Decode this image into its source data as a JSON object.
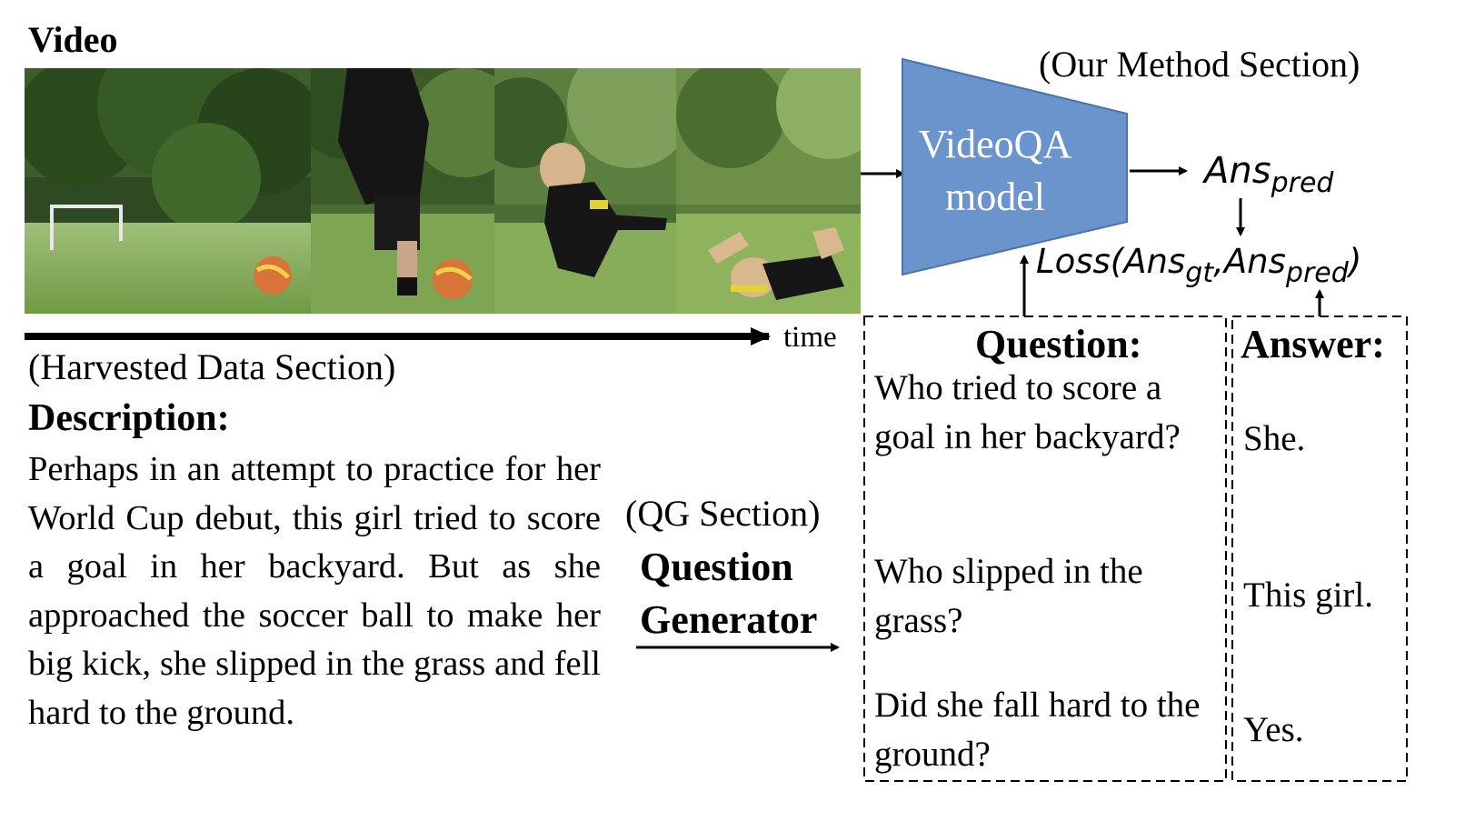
{
  "video": {
    "title": "Video",
    "time_label": "time",
    "frames": [
      "frame-1",
      "frame-2",
      "frame-3",
      "frame-4"
    ]
  },
  "harvested": {
    "section_label": "(Harvested Data Section)",
    "description_heading": "Description:",
    "description_text": "Perhaps in an attempt to practice for her World Cup debut, this girl tried to score a goal in her backyard. But as she approached the soccer ball to make her big kick, she slipped in the grass and fell hard to the ground."
  },
  "qg": {
    "section_label": "(QG Section)",
    "generator_line1": "Question",
    "generator_line2": "Generator"
  },
  "method": {
    "section_label": "(Our Method Section)",
    "model_line1": "VideoQA",
    "model_line2": "model",
    "ans_pred_base": "Ans",
    "ans_pred_sub": "pred",
    "loss_prefix": "Loss(",
    "loss_ans1": "Ans",
    "loss_sub1": "gt",
    "loss_comma": ",",
    "loss_ans2": "Ans",
    "loss_sub2": "pred",
    "loss_suffix": ")"
  },
  "qa": {
    "question_heading": "Question:",
    "answer_heading": "Answer:",
    "questions": [
      "Who tried to score a goal in her backyard?",
      "Who slipped in the grass?",
      "Did she fall hard to the ground?"
    ],
    "answers": [
      "She.",
      "This girl.",
      "Yes."
    ]
  },
  "colors": {
    "model_fill": "#6b93cc",
    "model_stroke": "#4a73ad",
    "text": "#000000"
  }
}
